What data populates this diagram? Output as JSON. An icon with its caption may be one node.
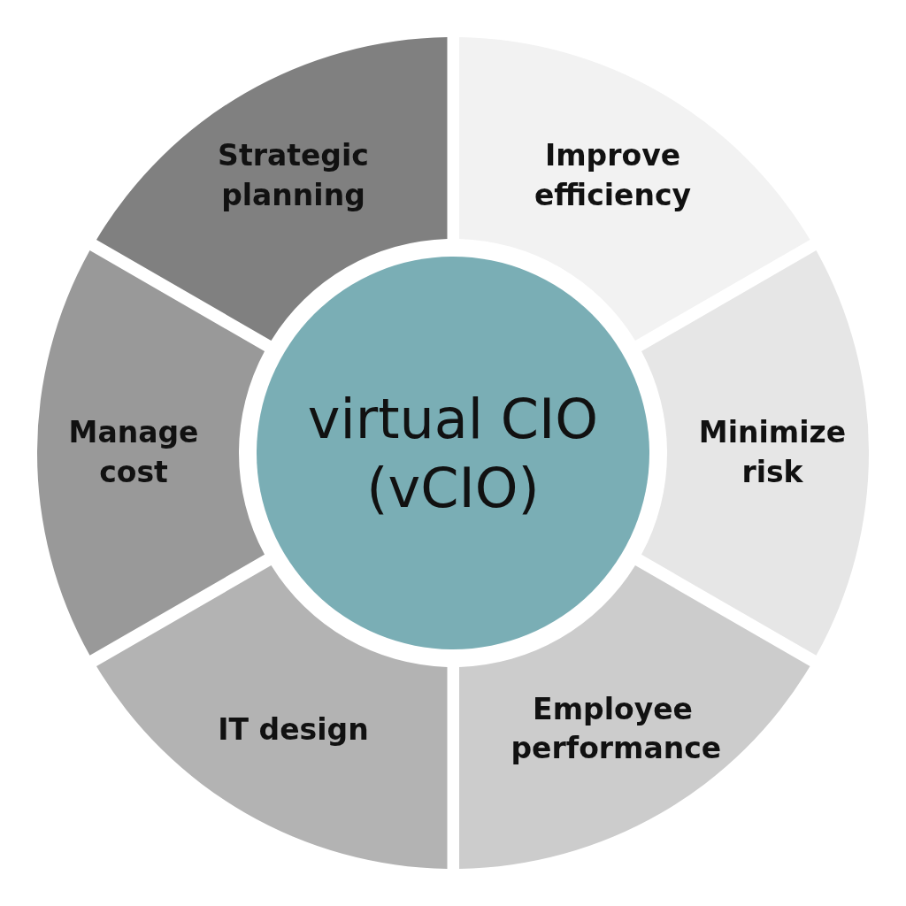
{
  "diagram": {
    "nodes": [
      {
        "text": [
          "Strategic planning"
        ]
      },
      {
        "text": [
          "Improve efficiency"
        ]
      },
      {
        "text": [
          "Manage cost"
        ]
      },
      {
        "text": [
          "virtual CIO (vCIO)"
        ]
      },
      {
        "text": [
          "Minimize risk"
        ]
      },
      {
        "text": [
          "IT design"
        ]
      },
      {
        "text": [
          "Employee performance"
        ]
      }
    ]
  }
}
